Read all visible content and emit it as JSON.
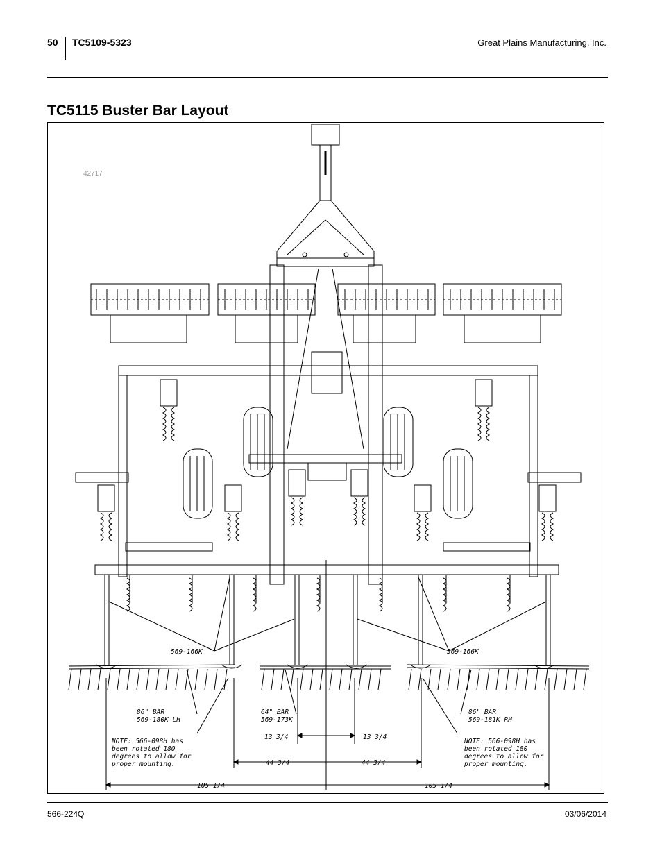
{
  "header": {
    "page_number": "50",
    "doc_number": "TC5109-5323",
    "company": "Great Plains Manufacturing, Inc."
  },
  "title": "TC5115 Buster Bar Layout",
  "figure": {
    "figure_id": "42717",
    "labels": {
      "part_left": "569-166K",
      "part_right": "569-166K",
      "bar_left_line1": "86\" BAR",
      "bar_left_line2": "569-180K LH",
      "bar_center_line1": "64\" BAR",
      "bar_center_line2": "569-173K",
      "bar_right_line1": "86\" BAR",
      "bar_right_line2": "569-181K RH",
      "note_left": [
        "NOTE: 566-098H has",
        "been rotated 180",
        "degrees to allow for",
        "proper mounting."
      ],
      "note_right": [
        "NOTE: 566-098H has",
        "been rotated 180",
        "degrees to allow for",
        "proper mounting."
      ],
      "dim_inner_left": "13 3/4",
      "dim_inner_right": "13 3/4",
      "dim_mid_left": "44 3/4",
      "dim_mid_right": "44 3/4",
      "dim_outer_left": "105 1/4",
      "dim_outer_right": "105 1/4"
    }
  },
  "footer": {
    "doc_code": "566-224Q",
    "date": "03/06/2014"
  }
}
